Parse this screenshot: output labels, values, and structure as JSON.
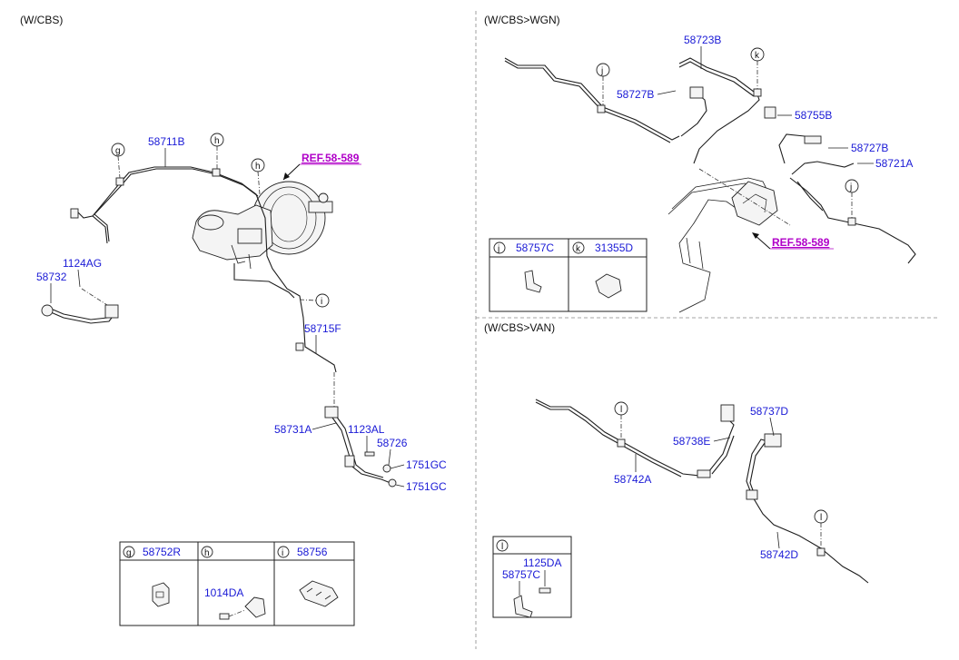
{
  "sections": {
    "cbs": "(W/CBS)",
    "wgn": "(W/CBS>WGN)",
    "van": "(W/CBS>VAN)"
  },
  "cbs_labels": {
    "p58711B": "58711B",
    "p1124AG": "1124AG",
    "p58732": "58732",
    "p58715F": "58715F",
    "p58731A": "58731A",
    "p1123AL": "1123AL",
    "p58726": "58726",
    "p1751GC_a": "1751GC",
    "p1751GC_b": "1751GC",
    "ref": "REF.58-589"
  },
  "wgn_labels": {
    "p58723B": "58723B",
    "p58727B_a": "58727B",
    "p58755B": "58755B",
    "p58727B_b": "58727B",
    "p58721A": "58721A",
    "ref": "REF.58-589"
  },
  "van_labels": {
    "p58737D": "58737D",
    "p58738E": "58738E",
    "p58742A": "58742A",
    "p58742D": "58742D"
  },
  "callouts": {
    "g": "g",
    "h": "h",
    "i": "i",
    "j": "j",
    "k": "k",
    "l": "l"
  },
  "table_ghi": {
    "g_key": "g",
    "g_part": "58752R",
    "h_key": "h",
    "h_part": "1014DA",
    "i_key": "i",
    "i_part": "58756"
  },
  "table_jk": {
    "j_key": "j",
    "j_part": "58757C",
    "k_key": "k",
    "k_part": "31355D"
  },
  "table_l": {
    "l_key": "l",
    "l_part_a": "1125DA",
    "l_part_b": "58757C"
  },
  "colors": {
    "part_number": "#1a1ad6",
    "reference": "#b000c8",
    "line": "#1e1e1e"
  }
}
